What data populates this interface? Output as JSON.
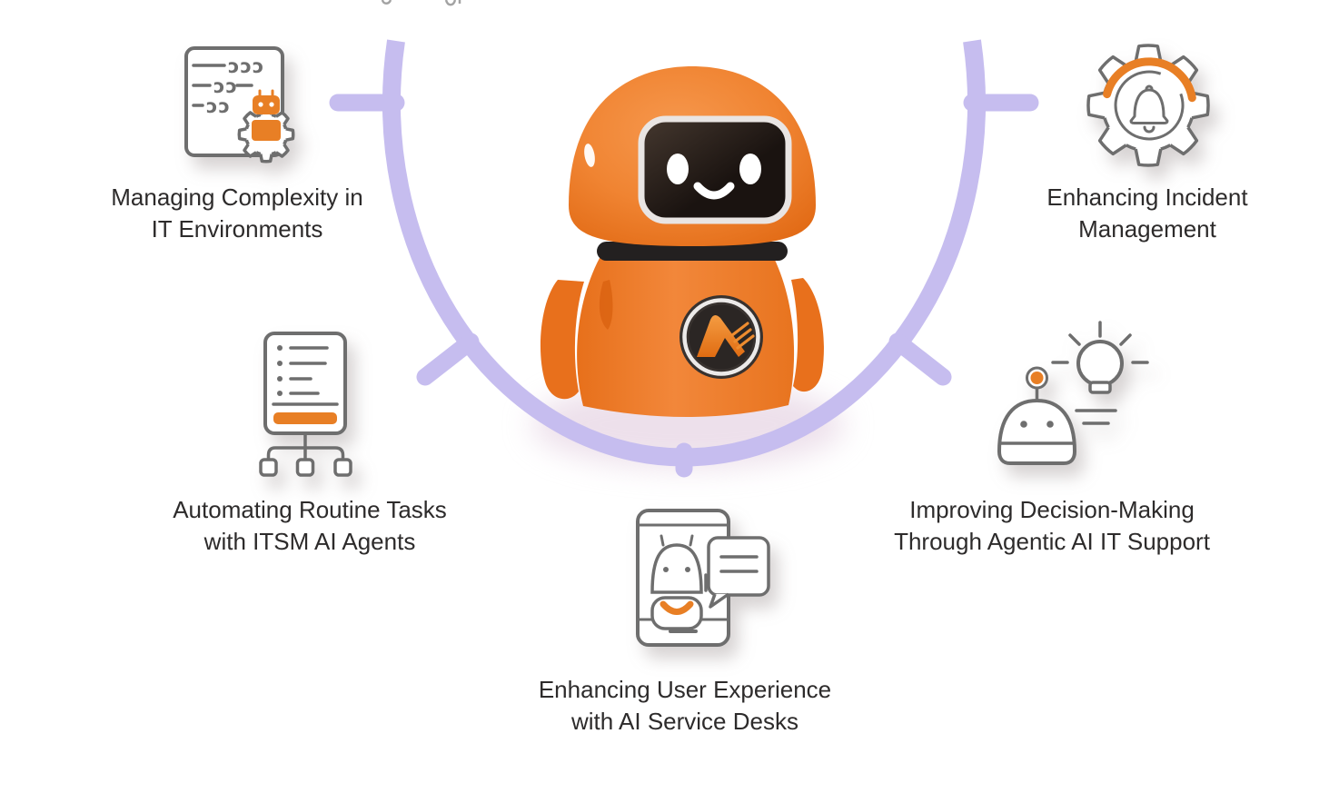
{
  "palette": {
    "accent_orange": "#E87F25",
    "robot_orange": "#EF7E2C",
    "arc_purple": "#C6BDEF",
    "icon_stroke": "#6E6E6E",
    "text_color": "#2D2B2B",
    "background": "#FFFFFF"
  },
  "mascot": {
    "name": "orange-robot-mascot",
    "chest_badge_mark": "A"
  },
  "labels": [
    {
      "id": "managing-complexity",
      "lines": [
        "Managing Complexity in",
        "IT Environments"
      ]
    },
    {
      "id": "automating-routine-tasks",
      "lines": [
        "Automating Routine Tasks",
        "with ITSM AI Agents"
      ]
    },
    {
      "id": "enhancing-user-experience",
      "lines": [
        "Enhancing User Experience",
        "with AI Service Desks"
      ]
    },
    {
      "id": "improving-decision-making",
      "lines": [
        "Improving Decision-Making",
        "Through Agentic AI IT Support"
      ]
    },
    {
      "id": "enhancing-incident-management",
      "lines": [
        "Enhancing Incident",
        "Management"
      ]
    }
  ],
  "icons": {
    "doc_code": {
      "name": "document-code-gear-robot-icon",
      "curls": [
        "ɔɔɔ",
        "ɔɔ",
        "ɔɔ"
      ]
    },
    "tasklist": {
      "name": "tasklist-flowchart-icon"
    },
    "phone_chat": {
      "name": "phone-chatbot-icon"
    },
    "robot_bulb": {
      "name": "robot-lightbulb-icon"
    },
    "gear_bell": {
      "name": "gear-bell-icon"
    }
  }
}
